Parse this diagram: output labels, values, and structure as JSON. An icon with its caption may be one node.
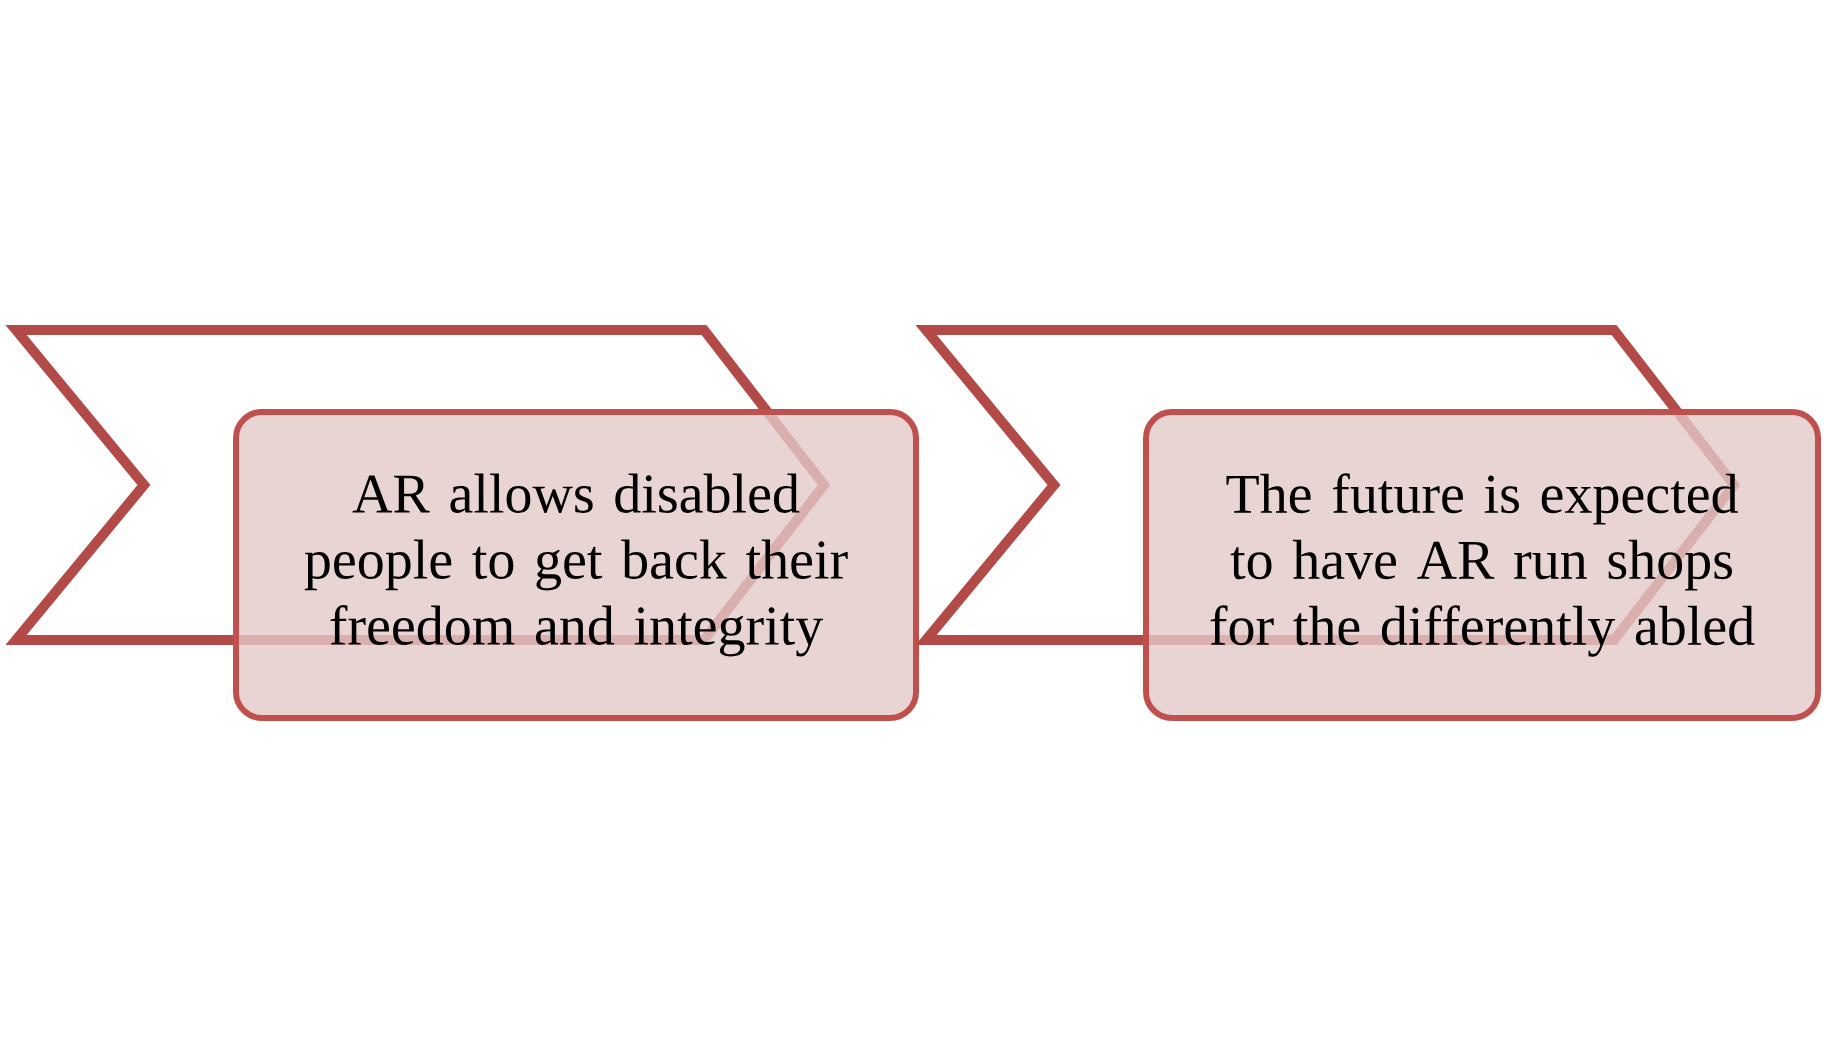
{
  "diagram": {
    "nodes": [
      {
        "text": [],
        "shape": "chevron"
      },
      {
        "text": [
          "AR allows disabled people to get back their freedom and integrity"
        ]
      },
      {
        "text": [],
        "shape": "chevron"
      },
      {
        "text": [
          "The future is expected to have AR run shops for the differently abled"
        ]
      }
    ]
  }
}
